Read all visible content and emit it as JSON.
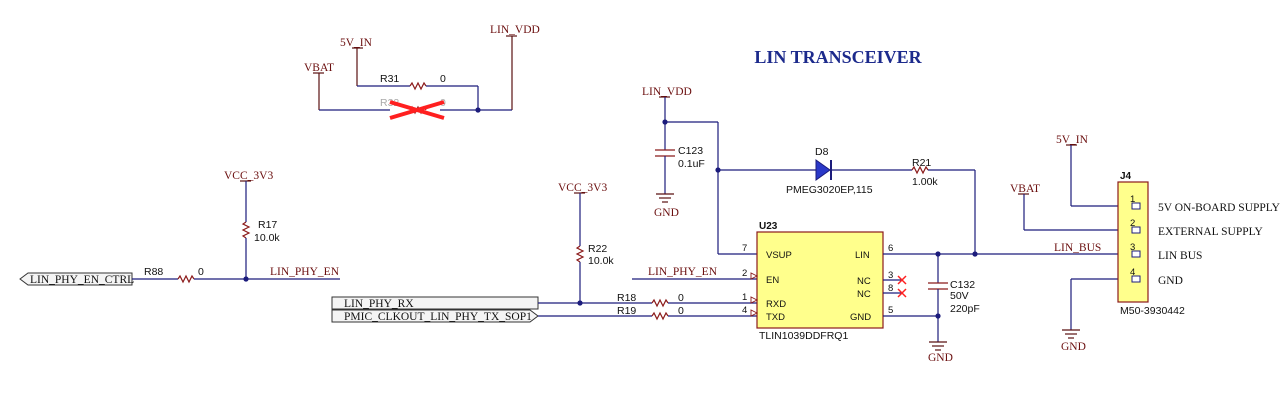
{
  "title": "LIN TRANSCEIVER",
  "colors": {
    "wire": "#1c1c7c",
    "pin": "#8b1a1a",
    "ic_fill": "#ffff8c",
    "title": "#1c2a8c",
    "dnp": "#ff2020"
  },
  "nets": {
    "v5_in_top": "5V_IN",
    "lin_vdd_top": "LIN_VDD",
    "vbat_top": "VBAT",
    "lin_vdd_mid": "LIN_VDD",
    "vcc_3v3_a": "VCC_3V3",
    "vcc_3v3_b": "VCC_3V3",
    "lin_phy_en_a": "LIN_PHY_EN",
    "lin_phy_en_b": "LIN_PHY_EN",
    "lin_bus": "LIN_BUS",
    "v5_in_right": "5V_IN",
    "vbat_right": "VBAT",
    "gnd_c123": "GND",
    "gnd_c132": "GND",
    "gnd_j4": "GND"
  },
  "ports": {
    "lin_phy_en_ctrl": "LIN_PHY_EN_CTRL",
    "lin_phy_rx": "LIN_PHY_RX",
    "pmic_clkout": "PMIC_CLKOUT_LIN_PHY_TX_SOP1"
  },
  "parts": {
    "r31": {
      "ref": "R31",
      "value": "0"
    },
    "r32": {
      "ref": "R32",
      "value": "0"
    },
    "r17": {
      "ref": "R17",
      "value": "10.0k"
    },
    "r88": {
      "ref": "R88",
      "value": "0"
    },
    "r22": {
      "ref": "R22",
      "value": "10.0k"
    },
    "r18": {
      "ref": "R18",
      "value": "0"
    },
    "r19": {
      "ref": "R19",
      "value": "0"
    },
    "c123": {
      "ref": "C123",
      "value": "0.1uF"
    },
    "d8": {
      "ref": "D8",
      "value": "PMEG3020EP,115"
    },
    "r21": {
      "ref": "R21",
      "value": "1.00k"
    },
    "c132": {
      "ref": "C132",
      "voltage": "50V",
      "value": "220pF"
    },
    "u23": {
      "ref": "U23",
      "value": "TLIN1039DDFRQ1",
      "pins": [
        {
          "num": "7",
          "name": "VSUP"
        },
        {
          "num": "2",
          "name": "EN"
        },
        {
          "num": "1",
          "name": "RXD"
        },
        {
          "num": "4",
          "name": "TXD"
        },
        {
          "num": "6",
          "name": "LIN"
        },
        {
          "num": "3",
          "name": "NC"
        },
        {
          "num": "8",
          "name": "NC"
        },
        {
          "num": "5",
          "name": "GND"
        }
      ]
    },
    "j4": {
      "ref": "J4",
      "value": "M50-3930442",
      "pins": [
        {
          "num": "1",
          "label": "5V ON-BOARD SUPPLY"
        },
        {
          "num": "2",
          "label": "EXTERNAL SUPPLY"
        },
        {
          "num": "3",
          "label": "LIN BUS"
        },
        {
          "num": "4",
          "label": "GND"
        }
      ]
    }
  }
}
